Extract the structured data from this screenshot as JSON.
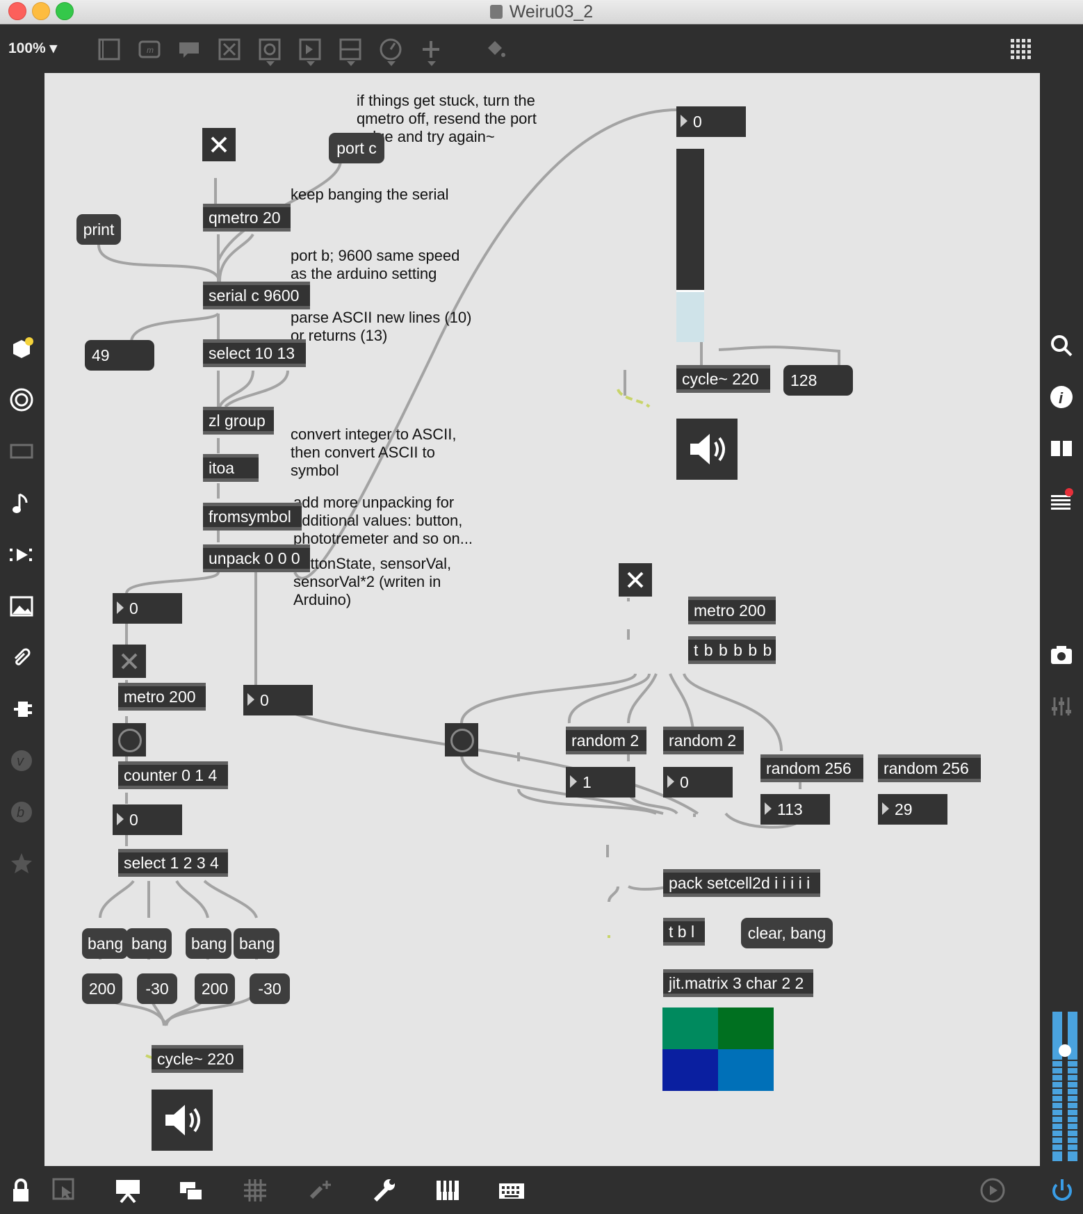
{
  "window": {
    "title": "Weiru03_2"
  },
  "toolbar": {
    "zoom": "100%",
    "icons": [
      "new-object-icon",
      "message-icon",
      "comment-icon",
      "toggle-icon",
      "button-icon",
      "number-icon",
      "slider-icon",
      "dial-icon",
      "add-icon",
      "paint-bucket-icon",
      "grid-icon"
    ]
  },
  "patch": {
    "comments": {
      "stuck": "if things get stuck, turn the\nqmetro off, resend the port\nvalue and try again~",
      "keep_banging": "keep banging the serial",
      "port_b": "port b; 9600 same speed\nas the arduino setting",
      "parse": "parse ASCII new lines (10)\nor returns (13)",
      "convert": "convert integer to ASCII,\nthen convert ASCII to\nsymbol",
      "add_more": "add more unpacking for\nadditional values: button,\nphototremeter and so on...",
      "button_state": "buttonState, sensorVal,\nsensorVal*2 (writen in\nArduino)"
    },
    "objects": {
      "qmetro": "qmetro 20",
      "serial": "serial c 9600",
      "select_nl": "select 10 13",
      "zl_group": "zl group",
      "itoa": "itoa",
      "fromsymbol": "fromsymbol",
      "unpack": "unpack 0 0 0",
      "metro_left": "metro 200",
      "counter": "counter 0 1 4",
      "select_1234": "select 1 2 3 4",
      "cycle_left": "cycle~ 220",
      "cycle_right": "cycle~ 220",
      "metro_right": "metro 200",
      "trigger": "t b b b b b",
      "random_a": "random 2",
      "random_b": "random 2",
      "random_c": "random 256",
      "random_d": "random 256",
      "pack": "pack setcell2d i i i i i",
      "tbl": "t b l",
      "jit_matrix": "jit.matrix 3 char 2 2"
    },
    "messages": {
      "port_c": "port c",
      "print": "print",
      "bang1": "bang",
      "bang2": "bang",
      "bang3": "bang",
      "bang4": "bang",
      "v200a": "200",
      "vneg30a": "-30",
      "v200b": "200",
      "vneg30b": "-30",
      "clear_bang": "clear, bang"
    },
    "numbers": {
      "serial_out": "49",
      "unpack_first": "0",
      "unpack_second": "0",
      "counter_out": "0",
      "slider_num": "0",
      "freq_add": "128",
      "rand1": "1",
      "rand2": "0",
      "rand3": "113",
      "rand4": "29"
    },
    "slider_level": 0.26,
    "matrix_colors": [
      "#008a5e",
      "#007020",
      "#0a1fa0",
      "#0070b8"
    ]
  },
  "colors": {
    "canvas": "#e5e5e5",
    "object": "#333333",
    "cord": "#a0a0a0",
    "signal_cord": "#c8d46a"
  }
}
